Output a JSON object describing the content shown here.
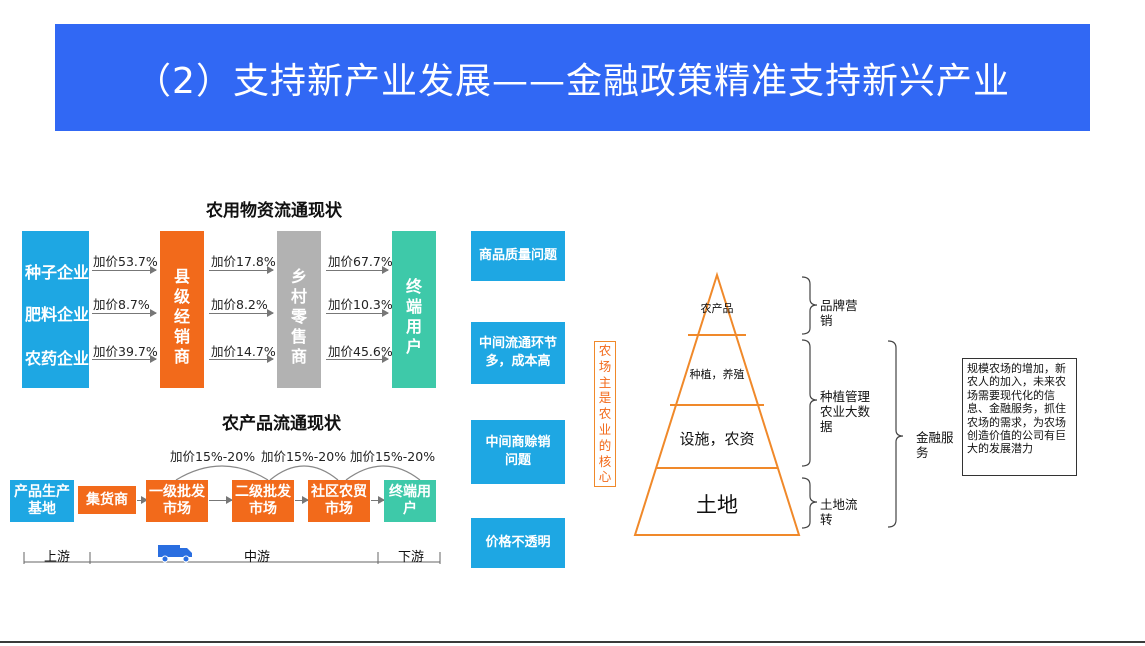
{
  "header": {
    "title": "（2）支持新产业发展——金融政策精准支持新兴产业"
  },
  "left_panel": {
    "supply_title": "农用物资流通现状",
    "sources": [
      "种子企业",
      "肥料企业",
      "农药企业"
    ],
    "markup_a": [
      "加价53.7%",
      "加价8.7%",
      "加价39.7%"
    ],
    "county_dealer": "县级经销商",
    "markup_b": [
      "加价17.8%",
      "加价8.2%",
      "加价14.7%"
    ],
    "village_retail": "乡村零售商",
    "markup_c": [
      "加价67.7%",
      "加价10.3%",
      "加价45.6%"
    ],
    "end_user": "终端用户",
    "produce_title": "农产品流通现状",
    "flow_markups": [
      "加价15%-20%",
      "加价15%-20%",
      "加价15%-20%"
    ],
    "flow_nodes": [
      "产品生产基地",
      "集货商",
      "一级批发市场",
      "二级批发市场",
      "社区农贸市场",
      "终端用户"
    ],
    "stream_labels": [
      "上游",
      "中游",
      "下游"
    ],
    "problems": [
      "商品质量问题",
      "中间流通环节多，成本高",
      "中间商赊销问题",
      "价格不透明"
    ]
  },
  "right_panel": {
    "core_label": "农场主是农业的核心",
    "pyramid_levels": [
      "农产品",
      "种植，养殖",
      "设施，农资",
      "土地"
    ],
    "services": [
      "品牌营销",
      "种植管理农业大数据",
      "土地流转"
    ],
    "finance": "金融服务",
    "note": "规模农场的增加，新农人的加入，未来农场需要现代化的信息、金融服务，抓住农场的需求，为农场创造价值的公司有巨大的发展潜力"
  },
  "colors": {
    "banner": "#3168f4",
    "blue": "#1ea7e3",
    "orange": "#f26a1b",
    "gray": "#b2b2b2",
    "teal": "#3ec9a9"
  }
}
